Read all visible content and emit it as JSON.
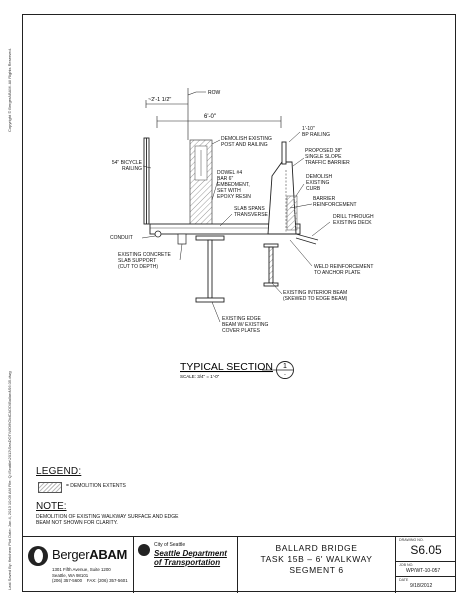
{
  "border_text": {
    "copyright": "Copyright © BergerABAM. All Rights Reserved.",
    "plot_info": "Last Saved By: fletchem   Plot Date: Jan 4, 2013 10:09 AM   File: Q:\\Seattle\\2012\\SeaDOT\\WO6\\OldCADD\\Ballard\\S6.05.dwg"
  },
  "section": {
    "title": "TYPICAL SECTION",
    "scale": "SCALE: 3/4\" = 1'-0\"",
    "bubble_top": "1",
    "bubble_bottom": "-"
  },
  "dims": {
    "row_offset": "~2'-1 1/2\"",
    "walkway_width": "6'-0\"",
    "railing_height": "1'-10\""
  },
  "labels": {
    "row": "ROW",
    "demolish_post": "DEMOLISH EXISTING\nPOST AND RAILING",
    "bp_railing": "BP RAILING",
    "proposed_barrier": "PROPOSED 38\"\nSINGLE SLOPE\nTRAFFIC BARRIER",
    "bicycle_railing": "54\" BICYCLE\nRAILING",
    "dowel": "DOWEL #4\nBAR 6\"\nEMBEDMENT,\nSET WITH\nEPOXY RESIN",
    "demolish_curb": "DEMOLISH\nEXISTING\nCURB",
    "barrier_reinf": "BARRIER\nREINFORCEMENT",
    "slab_spans": "SLAB SPANS\nTRANSVERSE",
    "drill_through": "DRILL THROUGH\nEXISTING DECK",
    "conduit": "CONDUIT",
    "slab_support": "EXISTING CONCRETE\nSLAB SUPPORT\n(CUT TO DEPTH)",
    "weld": "WELD REINFORCEMENT\nTO ANCHOR PLATE",
    "interior_beam": "EXISTING INTERIOR BEAM\n(SKEWED TO EDGE BEAM)",
    "edge_beam": "EXISTING EDGE\nBEAM W/ EXISTING\nCOVER PLATES"
  },
  "legend": {
    "title": "LEGEND:",
    "demolition": "= DEMOLITION EXTENTS"
  },
  "note": {
    "title": "NOTE:",
    "text": "DEMOLITION OF EXISTING WALKWAY SURFACE AND EDGE BEAM NOT SHOWN FOR CLARITY."
  },
  "title_block": {
    "firm_name_a": "Berger",
    "firm_name_b": "ABAM",
    "firm_address": "1301 Fifth Avenue, Suite 1200\nSeattle, WA 98101\n(206) 357-5600    FAX: (206) 357-5601",
    "city_small": "City of Seattle",
    "city_dept": "Seattle Department of Transportation",
    "project_line1": "BALLARD BRIDGE",
    "project_line2": "TASK 15B – 6' WALKWAY",
    "project_line3": "SEGMENT 6",
    "drawing_no_label": "DRAWING NO.",
    "drawing_no": "S6.05",
    "job_no_label": "JOB NO.",
    "job_no": "WP/WT-10-057",
    "date_label": "DATE",
    "date": "9/18/2012"
  }
}
